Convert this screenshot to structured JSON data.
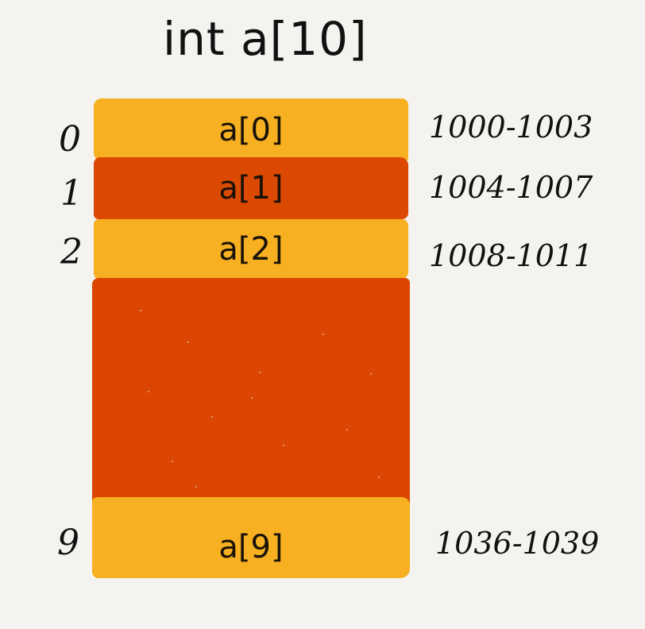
{
  "title": "int a[10]",
  "cells": [
    {
      "index": "0",
      "label": "a[0]",
      "address": "1000-1003"
    },
    {
      "index": "1",
      "label": "a[1]",
      "address": "1004-1007"
    },
    {
      "index": "2",
      "label": "a[2]",
      "address": "1008-1011"
    },
    {
      "index": "9",
      "label": "a[9]",
      "address": "1036-1039"
    }
  ],
  "colors": {
    "background": "#f4f3f0",
    "cell_light": "#f6b021",
    "cell_dark": "#dc4903",
    "ink": "#111111"
  }
}
